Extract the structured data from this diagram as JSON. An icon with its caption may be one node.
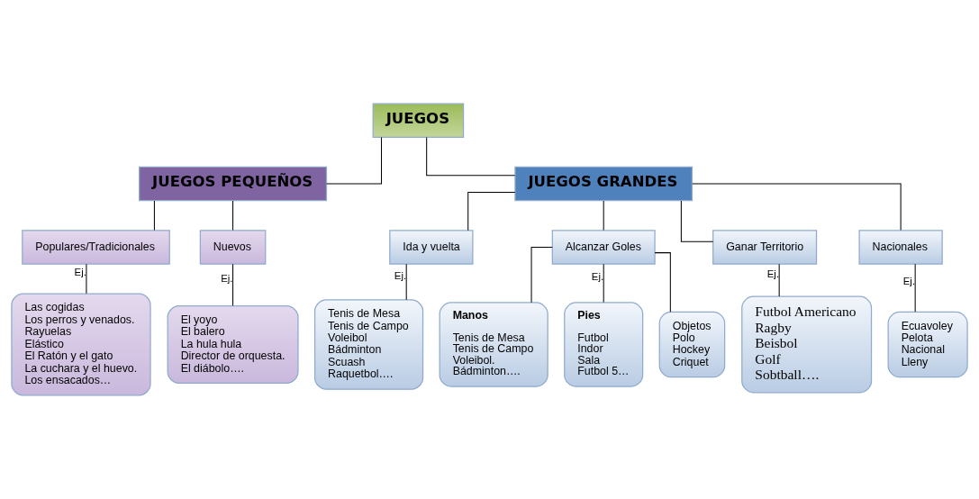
{
  "diagram": {
    "nodes": [
      {
        "text": [
          "JUEGOS"
        ]
      },
      {
        "text": [
          "JUEGOS PEQUEÑOS"
        ]
      },
      {
        "text": [
          "JUEGOS GRANDES"
        ]
      },
      {
        "text": [
          "Populares/Tradicionales"
        ]
      },
      {
        "text": [
          "Nuevos"
        ]
      },
      {
        "text": [
          "Ida y vuelta"
        ]
      },
      {
        "text": [
          "Alcanzar Goles"
        ]
      },
      {
        "text": [
          "Ganar Territorio"
        ]
      },
      {
        "text": [
          "Nacionales"
        ]
      },
      {
        "text": [
          "Las cogidas",
          "Los perros y venados.",
          "Rayuelas",
          "Elástico",
          "El Ratón y el gato",
          "La cuchara y el huevo.",
          "Los ensacados…"
        ]
      },
      {
        "text": [
          "El yoyo",
          "El balero",
          "La hula hula",
          "Director de orquesta.",
          "El diábolo…."
        ]
      },
      {
        "text": [
          "Tenis de Mesa",
          "Tenis de Campo",
          "Voleibol",
          "Bádminton",
          "Scuash",
          "Raquetbol…."
        ]
      },
      {
        "text": [
          "Manos",
          "Tenis de Mesa",
          "Tenis de Campo",
          "Voleibol.",
          "Bádminton…."
        ]
      },
      {
        "text": [
          "Pies",
          "Futbol",
          "Indor",
          "Sala",
          "Futbol 5…"
        ]
      },
      {
        "text": [
          "Objetos",
          "Polo",
          "Hockey",
          "Criquet"
        ]
      },
      {
        "text": [
          "Futbol Americano",
          "Ragby",
          "Beisbol",
          "Golf",
          "Sobtball…."
        ]
      },
      {
        "text": [
          "Ecuavoley",
          "Pelota",
          "Nacional",
          "Lleny"
        ]
      }
    ],
    "edges": [
      {
        "from": 0,
        "to": 1,
        "arrow": "none"
      },
      {
        "from": 0,
        "to": 2,
        "arrow": "none"
      },
      {
        "from": 1,
        "to": 3,
        "arrow": "none"
      },
      {
        "from": 1,
        "to": 4,
        "arrow": "none"
      },
      {
        "from": 2,
        "to": 5,
        "arrow": "none"
      },
      {
        "from": 2,
        "to": 6,
        "arrow": "none"
      },
      {
        "from": 2,
        "to": 7,
        "arrow": "none"
      },
      {
        "from": 2,
        "to": 8,
        "arrow": "none"
      },
      {
        "from": 3,
        "to": 9,
        "arrow": "none",
        "label": "Ej."
      },
      {
        "from": 4,
        "to": 10,
        "arrow": "none",
        "label": "Ej."
      },
      {
        "from": 5,
        "to": 11,
        "arrow": "none",
        "label": "Ej."
      },
      {
        "from": 6,
        "to": 12,
        "arrow": "none"
      },
      {
        "from": 6,
        "to": 13,
        "arrow": "none",
        "label": "Ej."
      },
      {
        "from": 6,
        "to": 14,
        "arrow": "none"
      },
      {
        "from": 7,
        "to": 15,
        "arrow": "none",
        "label": "Ej."
      },
      {
        "from": 8,
        "to": 16,
        "arrow": "none",
        "label": "Ej."
      }
    ]
  }
}
